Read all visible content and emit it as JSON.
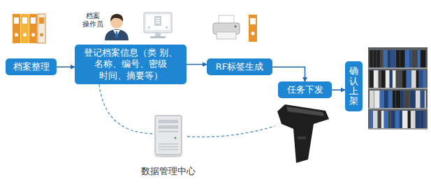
{
  "diagram": {
    "nodes": [
      {
        "text": [
          "档案整理"
        ]
      },
      {
        "text": [
          "登记档案信息（类 别、名称、编号、密级 时间、摘要等）"
        ]
      },
      {
        "text": [
          "RF标签生成"
        ]
      },
      {
        "text": [
          "任务下发"
        ]
      },
      {
        "text": [
          "确认上架"
        ]
      },
      {
        "text": [
          "数据管理中心"
        ]
      }
    ],
    "edges": [
      {
        "from": 0,
        "to": 1,
        "arrow": "to"
      },
      {
        "from": 1,
        "to": 2,
        "arrow": "to"
      },
      {
        "from": 2,
        "to": 3,
        "arrow": "to"
      },
      {
        "from": 3,
        "to": 4,
        "arrow": "to"
      },
      {
        "from": 1,
        "to": 5,
        "arrow": "none"
      }
    ],
    "labels": [
      "档案 操作员"
    ]
  }
}
